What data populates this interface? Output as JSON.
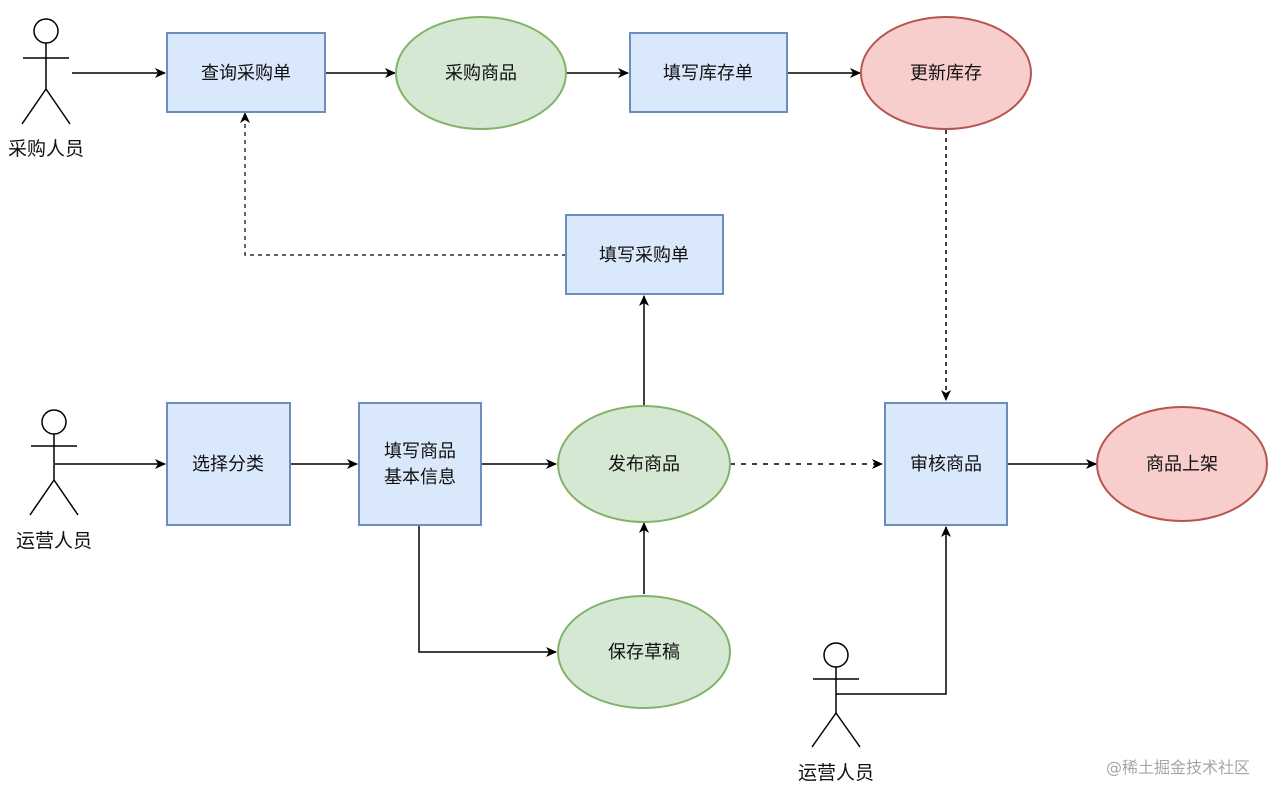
{
  "colors": {
    "rect_fill": "#dae8fc",
    "rect_stroke": "#6c8ebf",
    "green_fill": "#d5e8d4",
    "green_stroke": "#82b366",
    "red_fill": "#f8cecc",
    "red_stroke": "#b85450",
    "line": "#000000",
    "text": "#111111",
    "watermark": "#a6a6a6"
  },
  "actors": {
    "purchaser": {
      "label": "采购人员"
    },
    "operator_left": {
      "label": "运营人员"
    },
    "operator_bottom": {
      "label": "运营人员"
    }
  },
  "nodes": {
    "query_po": {
      "shape": "rect",
      "color": "blue",
      "label": "查询采购单"
    },
    "purchase_goods": {
      "shape": "ellipse",
      "color": "green",
      "label": "采购商品"
    },
    "fill_stock_form": {
      "shape": "rect",
      "color": "blue",
      "label": "填写库存单"
    },
    "update_stock": {
      "shape": "ellipse",
      "color": "red",
      "label": "更新库存"
    },
    "fill_po": {
      "shape": "rect",
      "color": "blue",
      "label": "填写采购单"
    },
    "select_category": {
      "shape": "rect",
      "color": "blue",
      "label": "选择分类"
    },
    "fill_goods_info": {
      "shape": "rect",
      "color": "blue",
      "label_lines": [
        "填写商品",
        "基本信息"
      ]
    },
    "publish_goods": {
      "shape": "ellipse",
      "color": "green",
      "label": "发布商品"
    },
    "review_goods": {
      "shape": "rect",
      "color": "blue",
      "label": "审核商品"
    },
    "goods_online": {
      "shape": "ellipse",
      "color": "red",
      "label": "商品上架"
    },
    "save_draft": {
      "shape": "ellipse",
      "color": "green",
      "label": "保存草稿"
    }
  },
  "edges": [
    {
      "from": "purchaser",
      "to": "query_po",
      "style": "solid"
    },
    {
      "from": "query_po",
      "to": "purchase_goods",
      "style": "solid"
    },
    {
      "from": "purchase_goods",
      "to": "fill_stock_form",
      "style": "solid"
    },
    {
      "from": "fill_stock_form",
      "to": "update_stock",
      "style": "solid"
    },
    {
      "from": "update_stock",
      "to": "review_goods",
      "style": "dashed"
    },
    {
      "from": "fill_po",
      "to": "query_po",
      "style": "dashed"
    },
    {
      "from": "operator_left",
      "to": "select_category",
      "style": "solid"
    },
    {
      "from": "select_category",
      "to": "fill_goods_info",
      "style": "solid"
    },
    {
      "from": "fill_goods_info",
      "to": "publish_goods",
      "style": "solid"
    },
    {
      "from": "fill_goods_info",
      "to": "save_draft",
      "style": "solid"
    },
    {
      "from": "save_draft",
      "to": "publish_goods",
      "style": "solid"
    },
    {
      "from": "publish_goods",
      "to": "fill_po",
      "style": "solid"
    },
    {
      "from": "publish_goods",
      "to": "review_goods",
      "style": "dashed"
    },
    {
      "from": "operator_bottom",
      "to": "review_goods",
      "style": "solid"
    },
    {
      "from": "review_goods",
      "to": "goods_online",
      "style": "solid"
    }
  ],
  "watermark": {
    "text": "@稀土掘金技术社区"
  }
}
